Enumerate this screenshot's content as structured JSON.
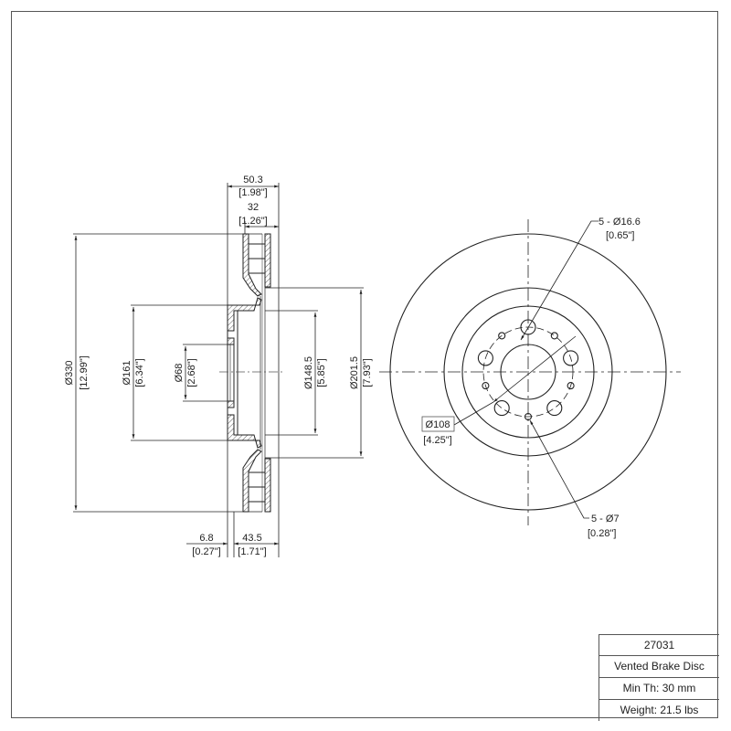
{
  "drawing": {
    "type": "technical-drawing",
    "subject": "brake disc",
    "side_view": {
      "dimensions": {
        "overall_width": {
          "mm": "50.3",
          "in": "[1.98\"]"
        },
        "rotor_thickness": {
          "mm": "32",
          "in": "[1.26\"]"
        },
        "outer_diameter": {
          "mm": "Ø330",
          "in": "[12.99\"]"
        },
        "hat_diameter": {
          "mm": "Ø161",
          "in": "[6.34\"]"
        },
        "center_bore": {
          "mm": "Ø68",
          "in": "[2.68\"]"
        },
        "inner_hat_diameter": {
          "mm": "Ø148.5",
          "in": "[5.85\"]"
        },
        "inner_rotor_diameter": {
          "mm": "Ø201.5",
          "in": "[7.93\"]"
        },
        "hat_thickness": {
          "mm": "6.8",
          "in": "[0.27\"]"
        },
        "offset": {
          "mm": "43.5",
          "in": "[1.71\"]"
        }
      }
    },
    "front_view": {
      "dimensions": {
        "bolt_holes": {
          "label": "5 - Ø16.6",
          "in": "[0.65\"]"
        },
        "bolt_circle": {
          "mm": "Ø108",
          "in": "[4.25\"]"
        },
        "small_holes": {
          "label": "5 - Ø7",
          "in": "[0.28\"]"
        }
      }
    }
  },
  "title_block": {
    "part_number": "27031",
    "description": "Vented Brake Disc",
    "min_thickness": "Min Th: 30 mm",
    "weight": "Weight: 21.5 lbs"
  }
}
